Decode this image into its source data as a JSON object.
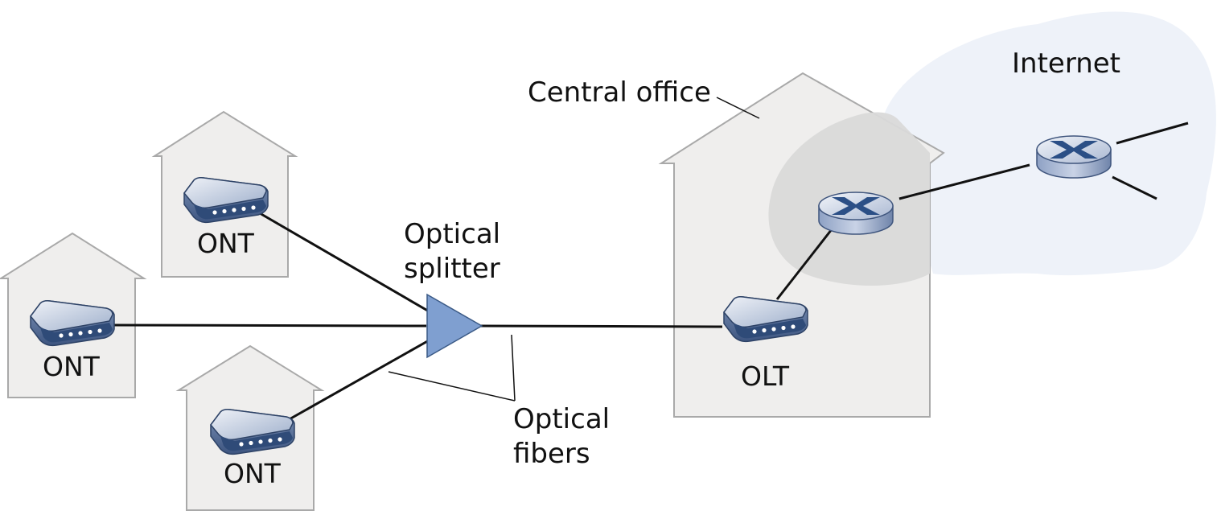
{
  "labels": {
    "internet": "Internet",
    "central_office": "Central office",
    "optical_splitter_line1": "Optical",
    "optical_splitter_line2": "splitter",
    "optical_fibers_line1": "Optical",
    "optical_fibers_line2": "fibers",
    "ont_top": "ONT",
    "ont_left": "ONT",
    "ont_bottom": "ONT",
    "olt": "OLT"
  },
  "colors": {
    "house_fill": "#efeeed",
    "house_stroke": "#a9a9a9",
    "cloud_fill": "#eef2f9",
    "overlap_fill": "#d9d9d9",
    "fiber": "#111111",
    "splitter_fill": "#7f9fd0",
    "device_dark": "#3b5a86",
    "device_light": "#c3cde0"
  },
  "icons": {
    "ont_device": "ont-modem-icon",
    "olt_device": "olt-modem-icon",
    "router": "router-icon",
    "splitter": "splitter-triangle-icon",
    "cloud": "internet-cloud-icon"
  }
}
